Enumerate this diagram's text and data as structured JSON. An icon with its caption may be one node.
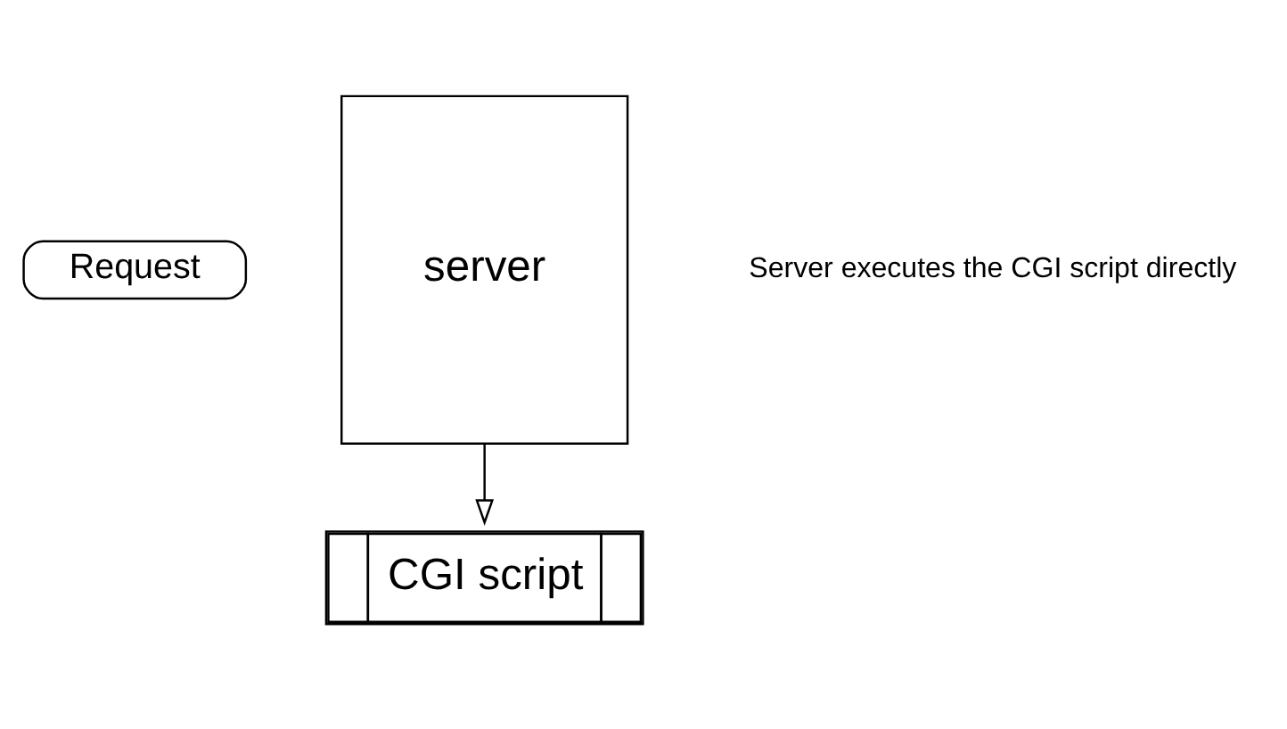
{
  "diagram": {
    "nodes": [
      {
        "text": [
          "Request"
        ]
      },
      {
        "text": [
          "server"
        ]
      },
      {
        "text": [
          "CGI script"
        ]
      }
    ],
    "edges": [
      {
        "from": 1,
        "to": 2,
        "arrow": "to"
      }
    ],
    "labels": [
      "Server executes the CGI script directly"
    ]
  }
}
